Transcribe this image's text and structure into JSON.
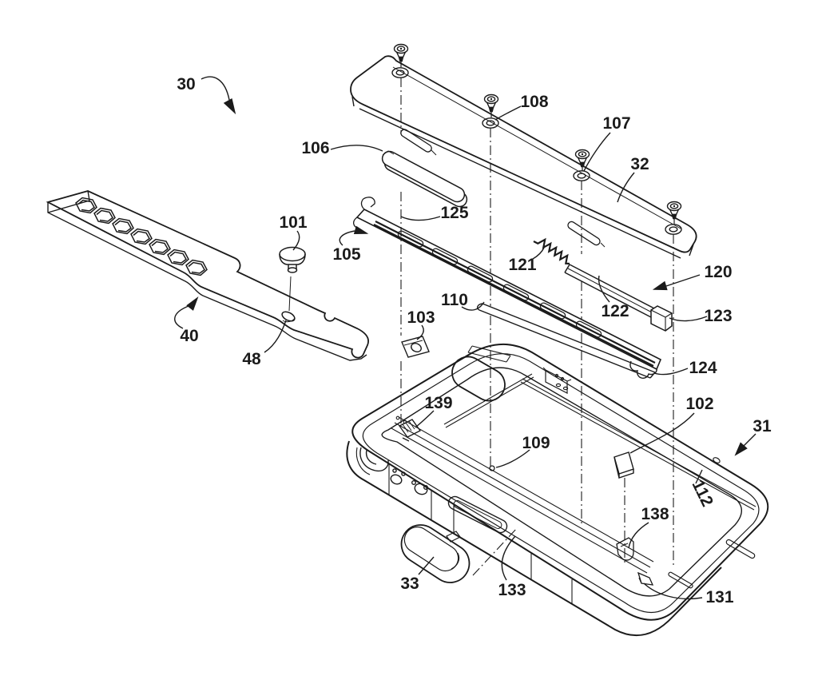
{
  "figure": {
    "background": "#ffffff",
    "line_color": "#1b1b1b"
  },
  "labels": {
    "n30": {
      "text": "30"
    },
    "n31": {
      "text": "31"
    },
    "n32": {
      "text": "32"
    },
    "n33": {
      "text": "33"
    },
    "n40": {
      "text": "40"
    },
    "n48": {
      "text": "48"
    },
    "n101": {
      "text": "101"
    },
    "n102": {
      "text": "102"
    },
    "n103": {
      "text": "103"
    },
    "n105": {
      "text": "105"
    },
    "n106": {
      "text": "106"
    },
    "n107": {
      "text": "107"
    },
    "n108": {
      "text": "108"
    },
    "n109": {
      "text": "109"
    },
    "n110": {
      "text": "110"
    },
    "n112": {
      "text": "112"
    },
    "n120": {
      "text": "120"
    },
    "n121": {
      "text": "121"
    },
    "n122": {
      "text": "122"
    },
    "n123": {
      "text": "123"
    },
    "n124": {
      "text": "124"
    },
    "n125": {
      "text": "125"
    },
    "n131": {
      "text": "131"
    },
    "n133": {
      "text": "133"
    },
    "n138": {
      "text": "138"
    },
    "n139": {
      "text": "139"
    }
  }
}
